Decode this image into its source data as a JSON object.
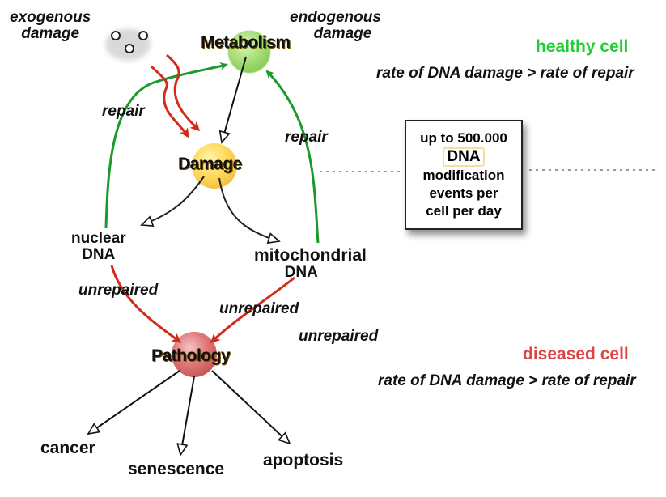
{
  "colors": {
    "repair_green": "#1a9a2a",
    "damage_red": "#d42a1a",
    "healthy_label": "#22cc33",
    "diseased_label": "#dd4444",
    "metabolism_node": "#a8e07a",
    "damage_node": "#ffd860",
    "pathology_node": "#e07878"
  },
  "sources": {
    "exogenous": "exogenous\ndamage",
    "exogenous_line1": "exogenous",
    "exogenous_line2": "damage",
    "endogenous_line1": "endogenous",
    "endogenous_line2": "damage"
  },
  "nodes": {
    "metabolism": "Metabolism",
    "damage": "Damage",
    "pathology": "Pathology"
  },
  "dna_targets": {
    "nuclear_line1": "nuclear",
    "nuclear_line2": "DNA",
    "mito_line1": "mitochondrial",
    "mito_line2": "DNA"
  },
  "edge_labels": {
    "repair_left": "repair",
    "repair_right": "repair",
    "unrepaired_nuclear": "unrepaired",
    "unrepaired_mito": "unrepaired",
    "unrepaired_extra": "unrepaired"
  },
  "outcomes": [
    "cancer",
    "senescence",
    "apoptosis"
  ],
  "info_box": {
    "line1": "up to 500.000",
    "highlight": "DNA",
    "line3": "modification",
    "line4": "events per",
    "line5": "cell per day"
  },
  "healthy": {
    "title": "healthy cell",
    "rate_text": "rate of DNA damage > rate of repair"
  },
  "diseased": {
    "title": "diseased cell",
    "rate_text": "rate of DNA damage > rate of repair"
  }
}
